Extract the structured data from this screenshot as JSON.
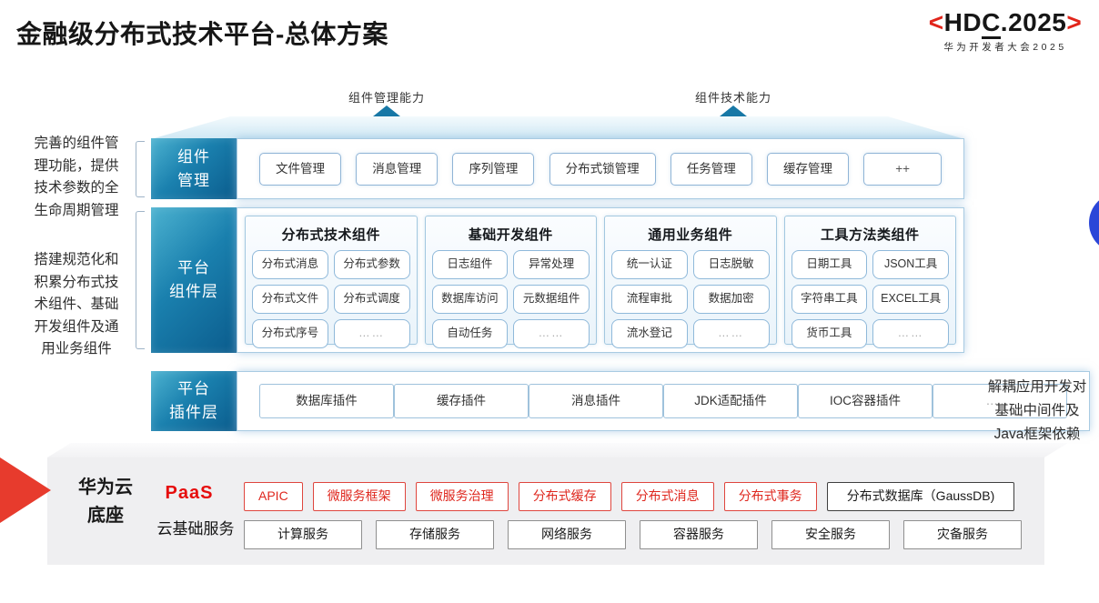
{
  "title": "金融级分布式技术平台-总体方案",
  "logo": {
    "open": "<",
    "p1": "HD",
    "p2": "C",
    "p3": ".2025",
    "close": ">",
    "subtitle": "华为开发者大会2025"
  },
  "capability_arrows": [
    {
      "label": "组件管理能力"
    },
    {
      "label": "组件技术能力"
    }
  ],
  "left_notes": [
    {
      "lines": [
        "完善的组件管",
        "理功能，提供",
        "技术参数的全",
        "生命周期管理"
      ]
    },
    {
      "lines": [
        "搭建规范化和",
        "积累分布式技",
        "术组件、基础",
        "开发组件及通",
        "用业务组件"
      ]
    }
  ],
  "right_note": {
    "lines": [
      "解耦应用开发对",
      "基础中间件及",
      "Java框架依赖"
    ]
  },
  "layers": {
    "management": {
      "label_lines": [
        "组件",
        "管理"
      ],
      "items": [
        "文件管理",
        "消息管理",
        "序列管理",
        "分布式锁管理",
        "任务管理",
        "缓存管理",
        "++"
      ]
    },
    "components": {
      "label_lines": [
        "平台",
        "组件层"
      ],
      "groups": [
        {
          "title": "分布式技术组件",
          "items": [
            "分布式消息",
            "分布式参数",
            "分布式文件",
            "分布式调度",
            "分布式序号",
            "……"
          ]
        },
        {
          "title": "基础开发组件",
          "items": [
            "日志组件",
            "异常处理",
            "数据库访问",
            "元数据组件",
            "自动任务",
            "……"
          ]
        },
        {
          "title": "通用业务组件",
          "items": [
            "统一认证",
            "日志脱敏",
            "流程审批",
            "数据加密",
            "流水登记",
            "……"
          ]
        },
        {
          "title": "工具方法类组件",
          "items": [
            "日期工具",
            "JSON工具",
            "字符串工具",
            "EXCEL工具",
            "货币工具",
            "……"
          ]
        }
      ]
    },
    "plugins": {
      "label_lines": [
        "平台",
        "插件层"
      ],
      "items": [
        "数据库插件",
        "缓存插件",
        "消息插件",
        "JDK适配插件",
        "IOC容器插件",
        "……"
      ]
    }
  },
  "foundation": {
    "label_lines": [
      "华为云",
      "底座"
    ],
    "paas": {
      "label": "PaaS",
      "items": [
        "APIC",
        "微服务框架",
        "微服务治理",
        "分布式缓存",
        "分布式消息",
        "分布式事务"
      ],
      "special_item": "分布式数据库（GaussDB)"
    },
    "cloud": {
      "label": "云基础服务",
      "items": [
        "计算服务",
        "存储服务",
        "网络服务",
        "容器服务",
        "安全服务",
        "灾备服务"
      ]
    }
  },
  "colors": {
    "accent_red": "#e1251b",
    "label_gradient_start": "#4cb2d0",
    "label_gradient_end": "#0b5c8d",
    "arrow_teal": "#1878a6",
    "border_blue": "#a9cbe2",
    "circle_blue": "#2b46d8",
    "slab_gray": "#efeff1"
  }
}
